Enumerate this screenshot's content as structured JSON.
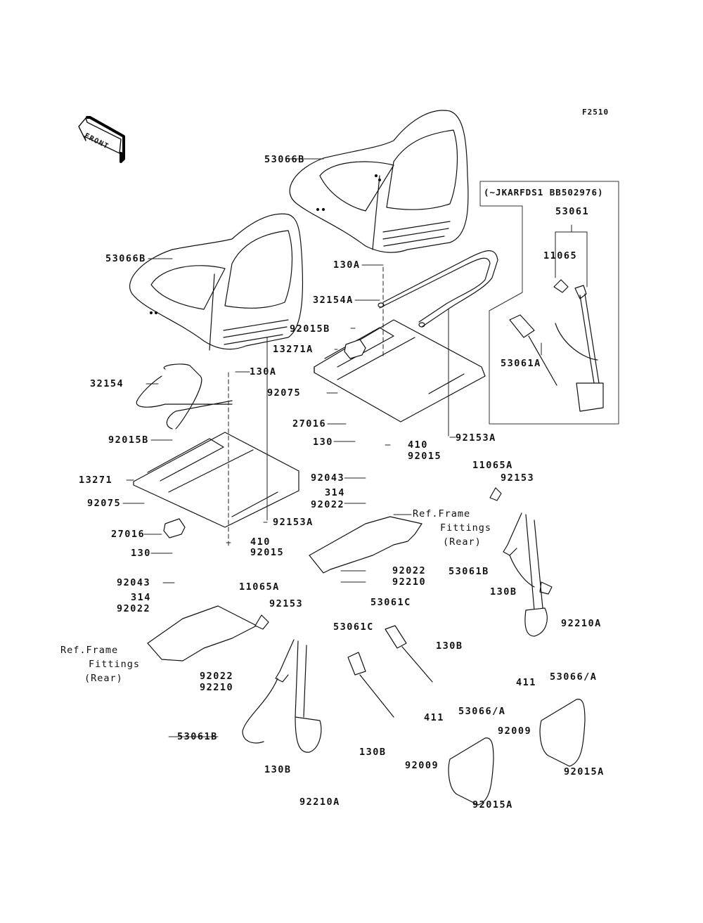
{
  "diagram": {
    "figure_code": "F2510",
    "front_arrow_label": "FRONT",
    "note_box_label": "(~JKARFDS1 BB502976)",
    "ref_frame": {
      "line1": "Ref.Frame",
      "line2": "Fittings",
      "line3": "(Rear)"
    },
    "labels": {
      "seat_upper": "53066B",
      "seat_lower": "53066B",
      "belt_assy_boxed": "53061",
      "guide_boxed": "11065",
      "buckle_boxed": "53061A",
      "bolt_130A_upper": "130A",
      "bar_32154A": "32154A",
      "cap_92015B_upper": "92015B",
      "plate_13271A": "13271A",
      "clip_92075_upper": "92075",
      "bracket_27016_upper": "27016",
      "bolt_130_upper": "130",
      "washer_410_upper": "410",
      "nut_92015_upper": "92015",
      "bolt_92153A_upper": "92153A",
      "bar_32154": "32154",
      "bolt_130A_lower": "130A",
      "cap_92015B_lower": "92015B",
      "plate_13271": "13271",
      "clip_92075_lower": "92075",
      "bracket_27016_lower": "27016",
      "bolt_130_lower": "130",
      "washer_410_lower": "410",
      "nut_92015_lower": "92015",
      "bolt_92153A_lower": "92153A",
      "bolt_92043_right": "92043",
      "collar_314_right": "314",
      "washer_92022_right_top": "92022",
      "washer_92022_right_bot": "92022",
      "nut_92210_right": "92210",
      "guide_11065A_right": "11065A",
      "bolt_92153_right": "92153",
      "belt_53061B_right": "53061B",
      "bolt_130B_right": "130B",
      "nut_92210A_right": "92210A",
      "bolt_92043_left": "92043",
      "collar_314_left": "314",
      "washer_92022_left_top": "92022",
      "washer_92022_left_bot": "92022",
      "nut_92210_left": "92210",
      "guide_11065A_left": "11065A",
      "bolt_92153_left": "92153",
      "belt_53061B_left": "53061B",
      "bolt_130B_left": "130B",
      "nut_92210A_left": "92210A",
      "buckle_53061C_a": "53061C",
      "buckle_53061C_b": "53061C",
      "bolt_130B_buckle_a": "130B",
      "bolt_130B_buckle_b": "130B",
      "pad_53066A_a": "53066/A",
      "pad_53066A_b": "53066/A",
      "collar_411_a": "411",
      "collar_411_b": "411",
      "screw_92009_a": "92009",
      "screw_92009_b": "92009",
      "nut_92015A_a": "92015A",
      "nut_92015A_b": "92015A"
    }
  }
}
